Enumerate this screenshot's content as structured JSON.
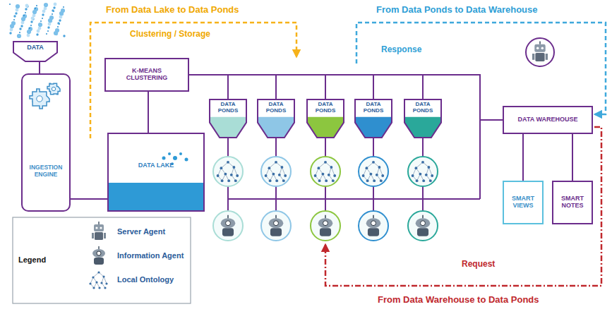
{
  "diagram": {
    "nodes": [
      {
        "text": [
          "DATA"
        ]
      },
      {
        "text": [
          "INGESTION ENGINE"
        ]
      },
      {
        "text": [
          "DATA LAKE"
        ]
      },
      {
        "text": [
          "K-MEANS CLUSTERING"
        ]
      },
      {
        "text": [
          "DATA PONDS"
        ]
      },
      {
        "text": [
          "DATA PONDS"
        ]
      },
      {
        "text": [
          "DATA PONDS"
        ]
      },
      {
        "text": [
          "DATA PONDS"
        ]
      },
      {
        "text": [
          "DATA PONDS"
        ]
      },
      {
        "text": [
          "DATA WAREHOUSE"
        ]
      },
      {
        "text": [
          "SMART VIEWS"
        ]
      },
      {
        "text": [
          "SMART NOTES"
        ]
      }
    ],
    "edges": [
      {
        "from": 0,
        "to": 1,
        "arrow": "none"
      },
      {
        "from": 1,
        "to": 2,
        "arrow": "none"
      },
      {
        "from": 2,
        "to": 3,
        "arrow": "none"
      },
      {
        "from": 3,
        "to": 4,
        "arrow": "none"
      },
      {
        "from": 3,
        "to": 5,
        "arrow": "none"
      },
      {
        "from": 3,
        "to": 6,
        "arrow": "none"
      },
      {
        "from": 3,
        "to": 7,
        "arrow": "none"
      },
      {
        "from": 3,
        "to": 8,
        "arrow": "none"
      },
      {
        "from": 9,
        "to": 10,
        "arrow": "none"
      },
      {
        "from": 9,
        "to": 11,
        "arrow": "none"
      }
    ],
    "labels": [
      "From Data Lake to Data Ponds",
      "Clustering / Storage",
      "From Data Ponds to Data Warehouse",
      "Response",
      "Legend",
      "Request",
      "From Data Warehouse to Data Ponds"
    ],
    "legend": [
      {
        "text": "Server Agent"
      },
      {
        "text": "Information Agent"
      },
      {
        "text": "Local Ontology"
      }
    ]
  }
}
